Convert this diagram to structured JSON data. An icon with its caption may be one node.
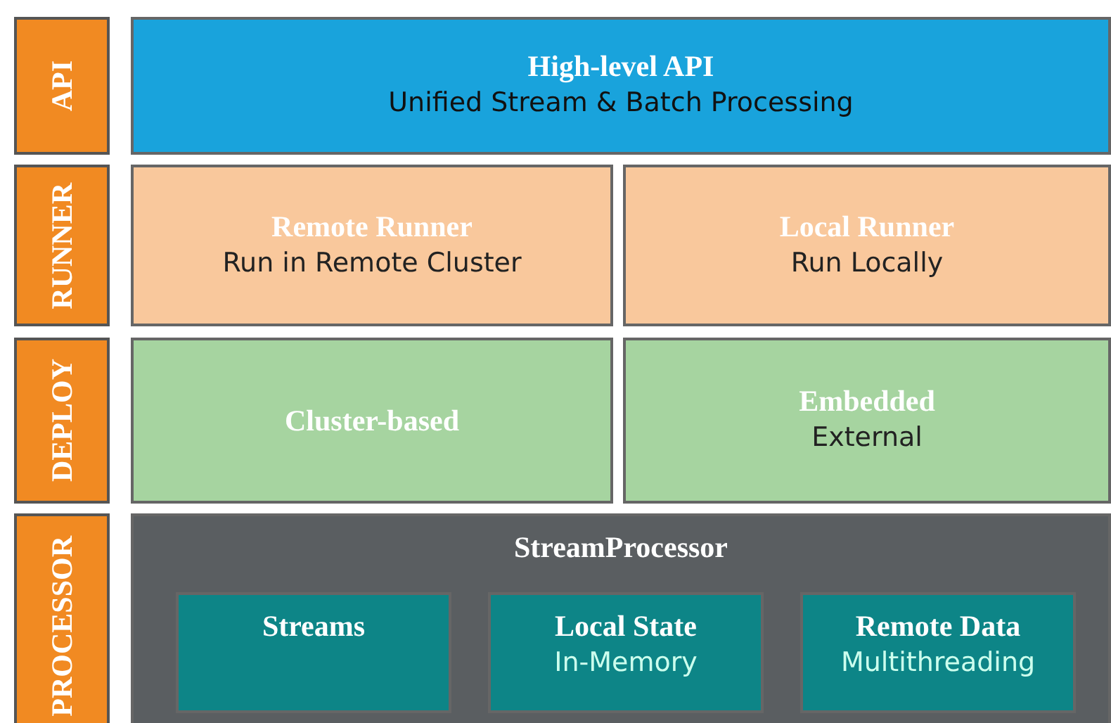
{
  "diagram": {
    "nodes": [
      {
        "text": [
          "API"
        ]
      },
      {
        "text": [
          "High-level API",
          "Unified Stream & Batch Processing"
        ]
      },
      {
        "text": [
          "RUNNER"
        ]
      },
      {
        "text": [
          "Remote Runner",
          "Run in Remote Cluster"
        ]
      },
      {
        "text": [
          "Local Runner",
          "Run Locally"
        ]
      },
      {
        "text": [
          "DEPLOY"
        ]
      },
      {
        "text": [
          "Cluster-based"
        ]
      },
      {
        "text": [
          "Embedded",
          "External"
        ]
      },
      {
        "text": [
          "PROCESSOR"
        ]
      },
      {
        "text": [
          "StreamProcessor"
        ]
      },
      {
        "text": [
          "Streams"
        ],
        "in": 9
      },
      {
        "text": [
          "Local State",
          "In-Memory"
        ],
        "in": 9
      },
      {
        "text": [
          "Remote Data",
          "Multithreading"
        ],
        "in": 9
      }
    ]
  }
}
